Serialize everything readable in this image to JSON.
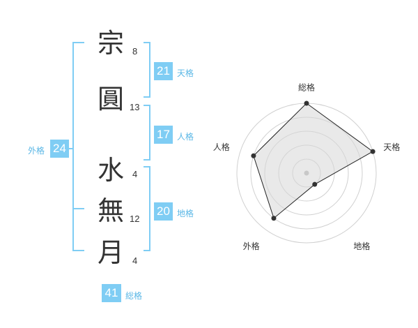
{
  "characters": [
    {
      "char": "宗",
      "strokes": "8"
    },
    {
      "char": "圓",
      "strokes": "13"
    },
    {
      "char": "水",
      "strokes": "4"
    },
    {
      "char": "無",
      "strokes": "12"
    },
    {
      "char": "月",
      "strokes": "4"
    }
  ],
  "fortunes": {
    "ten": {
      "value": "21",
      "label": "天格"
    },
    "jin": {
      "value": "17",
      "label": "人格"
    },
    "chi": {
      "value": "20",
      "label": "地格"
    },
    "gai": {
      "value": "24",
      "label": "外格"
    },
    "sou": {
      "value": "41",
      "label": "総格"
    }
  },
  "colors": {
    "accent": "#7fcdf4",
    "label_text": "#5ab7e6"
  },
  "chart_data": {
    "type": "radar",
    "axes": [
      "総格",
      "天格",
      "地格",
      "外格",
      "人格"
    ],
    "values": [
      5,
      5,
      1,
      4,
      4
    ],
    "range": [
      0,
      5
    ],
    "grid_rings": 5
  }
}
